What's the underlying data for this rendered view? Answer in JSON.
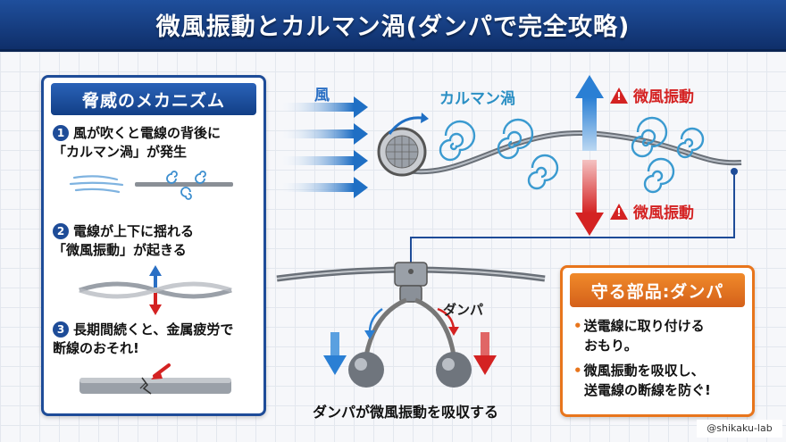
{
  "title": "微風振動とカルマン渦(ダンパで完全攻略)",
  "threat_panel": {
    "header": "脅威のメカニズム",
    "steps": [
      {
        "num": "1",
        "line1": "風が吹くと電線の背後に",
        "line2": "「カルマン渦」が発生"
      },
      {
        "num": "2",
        "line1": "電線が上下に揺れる",
        "line2": "「微風振動」が起きる"
      },
      {
        "num": "3",
        "line1": "長期間続くと、金属疲労で",
        "line2": "断線のおそれ!"
      }
    ]
  },
  "diagram": {
    "wind_label": "風",
    "karman_label": "カルマン渦",
    "vibration_top": "微風振動",
    "vibration_bottom": "微風振動",
    "damper_label": "ダンパ",
    "absorb_caption": "ダンパが微風振動を吸収する"
  },
  "protect_panel": {
    "header": "守る部品:ダンパ",
    "bullets": [
      {
        "line1": "送電線に取り付ける",
        "line2": "おもり。"
      },
      {
        "line1": "微風振動を吸収し、",
        "line2": "送電線の断線を防ぐ!"
      }
    ]
  },
  "credit": "@shikaku-lab",
  "colors": {
    "title_blue": "#1f4f9c",
    "panel_blue": "#1e4c98",
    "accent_orange": "#e8751c",
    "warning_red": "#d42222",
    "wind_blue": "#2a6fc4"
  },
  "icons": [
    "warning-icon",
    "wind-arrow-icon",
    "vortex-icon",
    "crack-arrow-icon"
  ]
}
